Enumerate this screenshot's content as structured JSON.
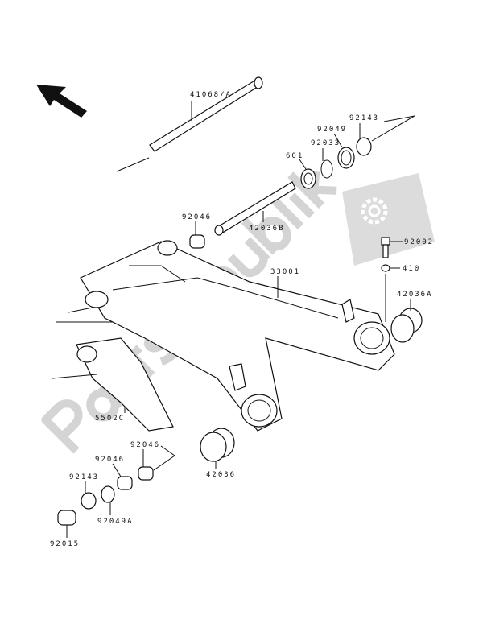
{
  "diagram": {
    "watermark": "Partsrepublik",
    "colors": {
      "line": "#111111",
      "watermark": "#d4d4d4",
      "background": "#ffffff"
    },
    "direction_arrow_icon": "arrow-up-left",
    "labels": {
      "shaft": "41068/A",
      "collar_top": "92143",
      "seal_top": "92049",
      "circlip": "92033",
      "bearing_ball": "601",
      "needle_bearing_top": "92046",
      "sleeve": "42036B",
      "bolt": "92002",
      "washer": "410",
      "swingarm": "33001",
      "bushing_right": "42036A",
      "chain_guide": "5502C",
      "needle_bearing_low_1": "92046",
      "needle_bearing_low_2": "92046",
      "bushing_low": "42036",
      "collar_low": "92143",
      "seal_low": "92049A",
      "cap_low": "92015"
    }
  }
}
